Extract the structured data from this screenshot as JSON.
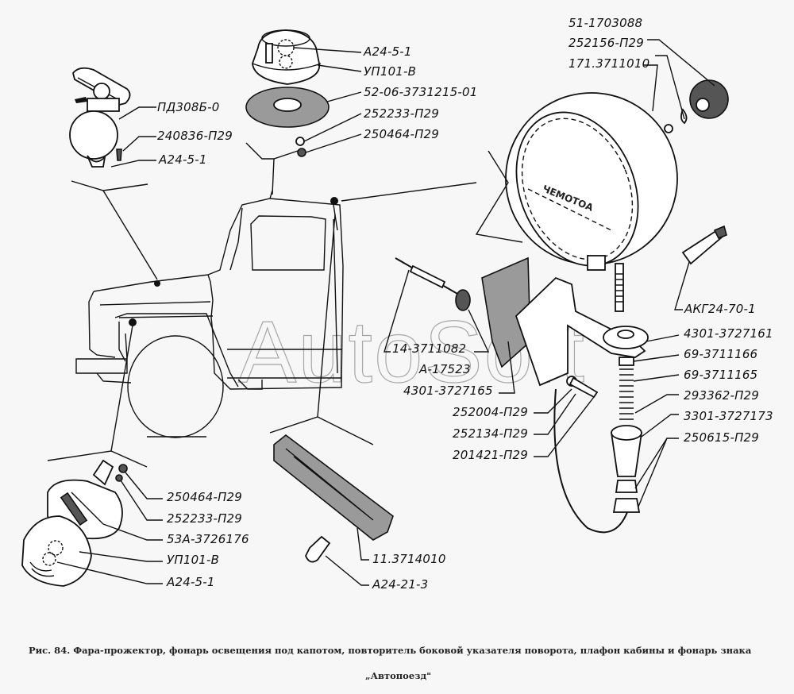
{
  "figure": {
    "caption_line1": "Рис. 84.  Фара-прожектор, фонарь освещения под капотом, повторитель боковой указателя поворота, плафон кабины и фонарь знака",
    "caption_line2": "„Автопоезд\"",
    "watermark": "AutoSoft",
    "lamp_marking": "ЧЕМОТОА"
  },
  "groups": {
    "underhood_lamp": {
      "labels": [
        "ПД308Б-0",
        "240836-П29",
        "А24-5-1"
      ]
    },
    "cab_dome_light": {
      "labels": [
        "А24-5-1",
        "УП101-В",
        "52-06-3731215-01",
        "252233-П29",
        "250464-П29"
      ]
    },
    "spotlight_top": {
      "labels": [
        "51-1703088",
        "252156-П29",
        "171.3711010"
      ]
    },
    "spotlight_mount": {
      "labels": [
        "АКГ24-70-1",
        "4301-3727161",
        "69-3711166",
        "69-3711165",
        "293362-П29",
        "3301-3727173",
        "250615-П29"
      ]
    },
    "spotlight_bracket": {
      "labels": [
        "14-3711082",
        "А-17523",
        "4301-3727165",
        "252004-П29",
        "252134-П29",
        "201421-П29"
      ]
    },
    "side_repeater": {
      "labels": [
        "250464-П29",
        "252233-П29",
        "53А-3726176",
        "УП101-В",
        "А24-5-1"
      ]
    },
    "roadtrain_sign_lamp": {
      "labels": [
        "11.3714010",
        "А24-21-3"
      ]
    }
  }
}
